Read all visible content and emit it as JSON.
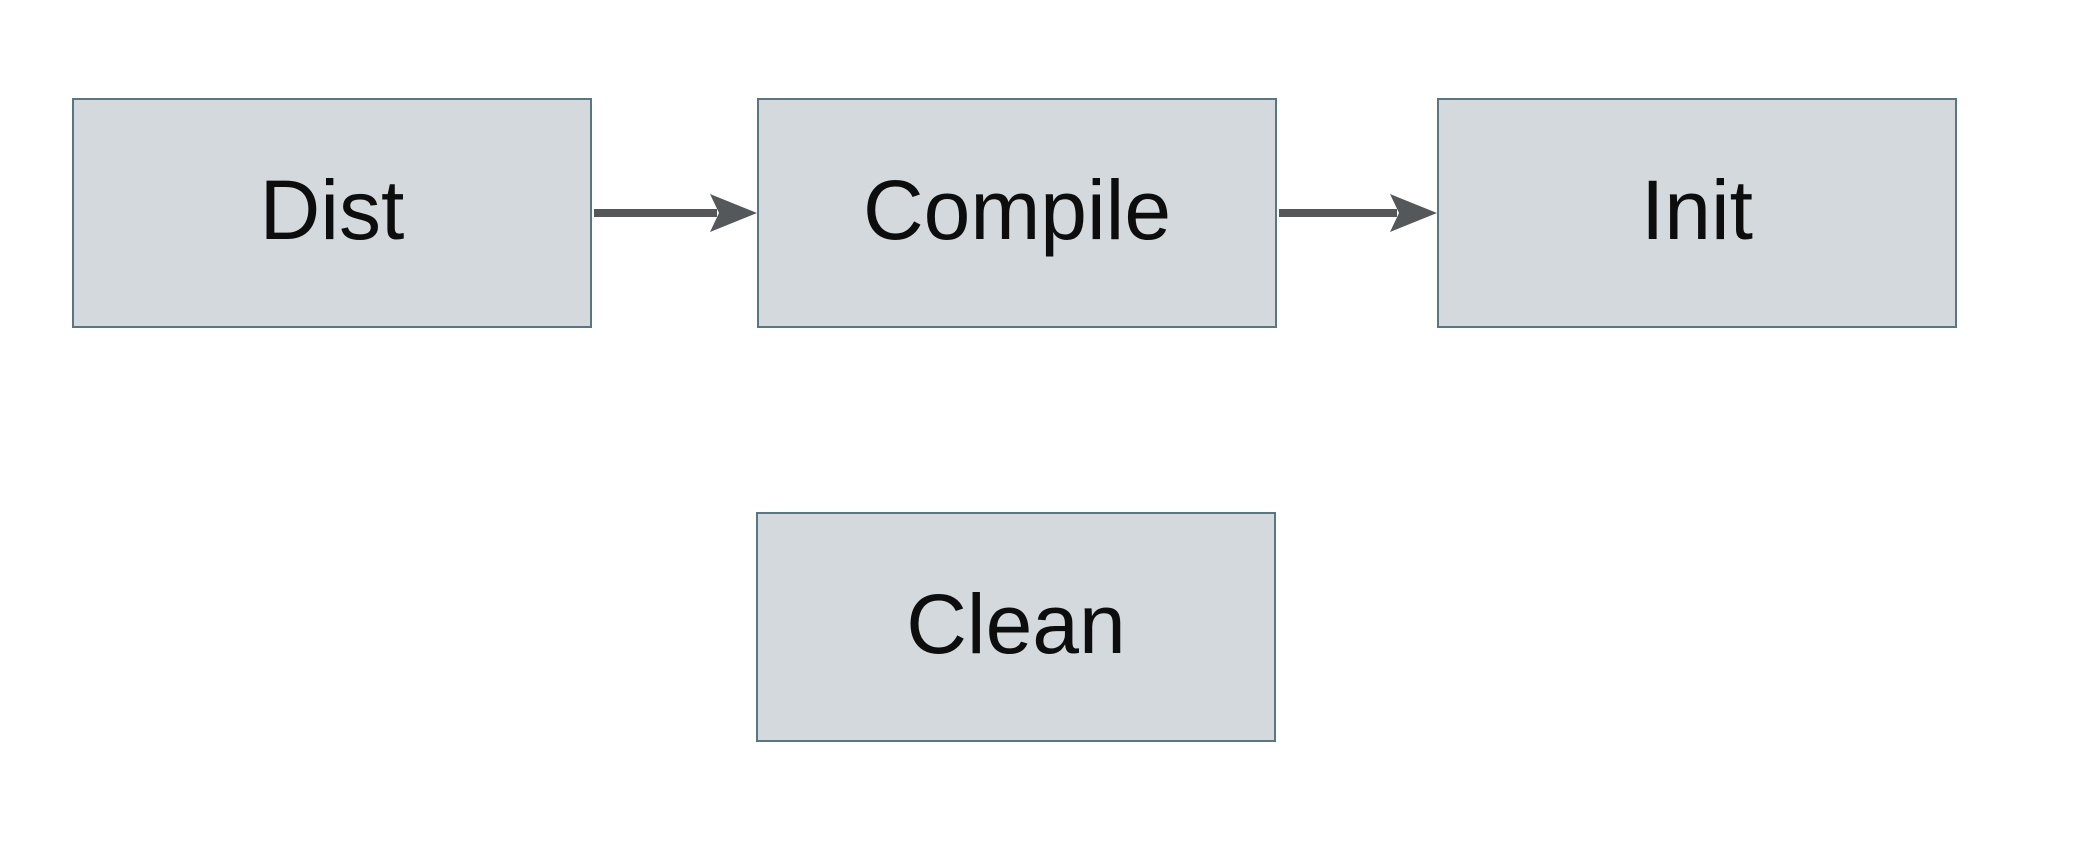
{
  "diagram": {
    "type": "flowchart",
    "nodes": [
      {
        "id": "dist",
        "label": "Dist"
      },
      {
        "id": "compile",
        "label": "Compile"
      },
      {
        "id": "init",
        "label": "Init"
      },
      {
        "id": "clean",
        "label": "Clean"
      }
    ],
    "edges": [
      {
        "from": "Dist",
        "to": "Compile",
        "style": "solid-arrow"
      },
      {
        "from": "Compile",
        "to": "Init",
        "style": "solid-arrow"
      }
    ],
    "colors": {
      "node_fill": "#d3d9dc",
      "node_border": "#5b7683",
      "arrow": "#55585a",
      "label_text": "#0d0d0d",
      "background": "#ffffff"
    }
  }
}
